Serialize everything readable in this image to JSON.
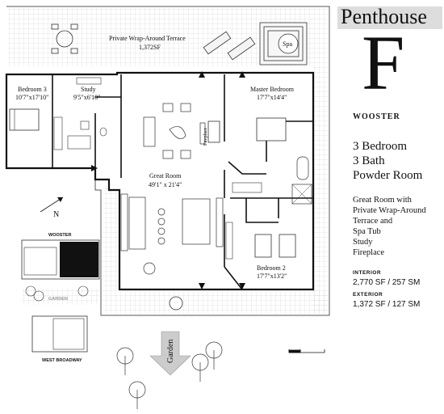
{
  "header": {
    "title": "Penthouse",
    "unit_letter": "F"
  },
  "building": {
    "name": "WOOSTER"
  },
  "features": [
    "3 Bedroom",
    "3 Bath",
    "Powder Room"
  ],
  "amenities": [
    "Great Room with",
    "Private Wrap-Around",
    "Terrace and",
    "Spa Tub",
    "Study",
    "Fireplace"
  ],
  "areas": {
    "interior_label": "INTERIOR",
    "interior_value": "2,770 SF / 257 SM",
    "exterior_label": "EXTERIOR",
    "exterior_value": "1,372 SF / 127 SM"
  },
  "rooms": {
    "terrace": {
      "name": "Private Wrap-Around Terrace",
      "size": "1,372SF"
    },
    "spa": "Spa",
    "bedroom3": {
      "name": "Bedroom 3",
      "size": "10'7\"x17'10\""
    },
    "study": {
      "name": "Study",
      "size": "9'5\"x6'10\""
    },
    "master": {
      "name": "Master Bedroom",
      "size": "17'7\"x14'4\""
    },
    "great": {
      "name": "Great Room",
      "size": "49'1\" x 21'4\""
    },
    "fireplace": "Fireplace",
    "bedroom2": {
      "name": "Bedroom 2",
      "size": "17'7\"x13'2\""
    }
  },
  "keyplan": {
    "north": "N",
    "top_street": "WOOSTER",
    "garden": "GARDEN",
    "bottom_street": "WEST BROADWAY"
  },
  "garden_arrow": "Garden"
}
